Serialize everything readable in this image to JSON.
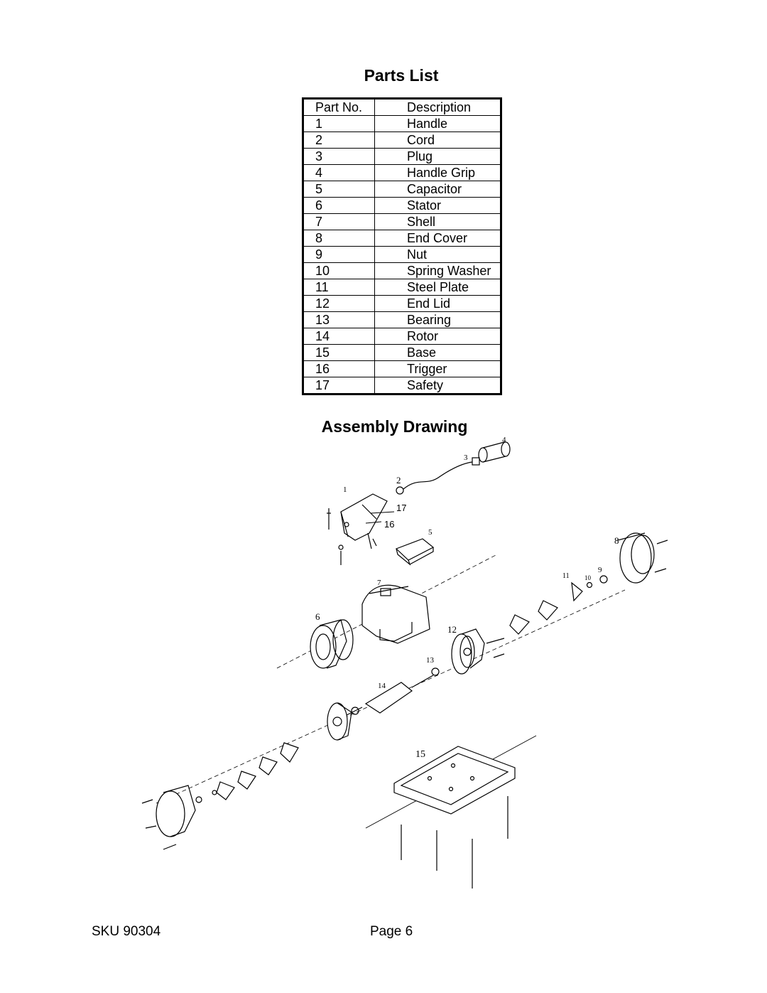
{
  "parts_list": {
    "title": "Parts List",
    "header": {
      "part_no": "Part No.",
      "description": "Description"
    },
    "rows": [
      {
        "part_no": "1",
        "description": "Handle"
      },
      {
        "part_no": "2",
        "description": "Cord"
      },
      {
        "part_no": "3",
        "description": "Plug"
      },
      {
        "part_no": "4",
        "description": "Handle Grip"
      },
      {
        "part_no": "5",
        "description": "Capacitor"
      },
      {
        "part_no": "6",
        "description": "Stator"
      },
      {
        "part_no": "7",
        "description": "Shell"
      },
      {
        "part_no": "8",
        "description": "End Cover"
      },
      {
        "part_no": "9",
        "description": "Nut"
      },
      {
        "part_no": "10",
        "description": "Spring Washer"
      },
      {
        "part_no": "11",
        "description": "Steel Plate"
      },
      {
        "part_no": "12",
        "description": "End Lid"
      },
      {
        "part_no": "13",
        "description": "Bearing"
      },
      {
        "part_no": "14",
        "description": "Rotor"
      },
      {
        "part_no": "15",
        "description": "Base"
      },
      {
        "part_no": "16",
        "description": "Trigger"
      },
      {
        "part_no": "17",
        "description": "Safety"
      }
    ]
  },
  "assembly_drawing": {
    "title": "Assembly Drawing",
    "callouts": [
      "1",
      "2",
      "3",
      "4",
      "5",
      "6",
      "7",
      "8",
      "9",
      "10",
      "11",
      "12",
      "13",
      "14",
      "15",
      "16",
      "17"
    ]
  },
  "footer": {
    "sku": "SKU 90304",
    "page": "Page 6"
  }
}
